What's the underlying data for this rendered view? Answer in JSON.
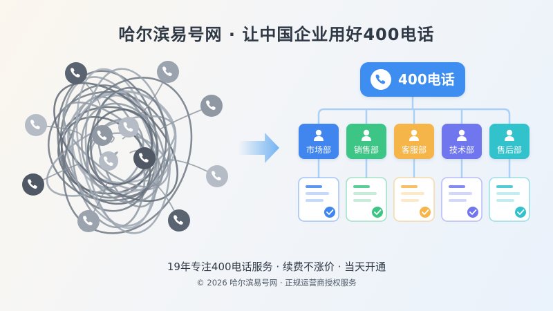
{
  "title": "哈尔滨易号网 · 让中国企业用好400电话",
  "root": {
    "label": "400电话",
    "icon": "phone-icon",
    "color": "#3d8ef0"
  },
  "departments": [
    {
      "label": "市场部",
      "color": "#3f86ee",
      "icon": "person-icon"
    },
    {
      "label": "销售部",
      "color": "#3ec586",
      "icon": "person-icon"
    },
    {
      "label": "客服部",
      "color": "#f6b54a",
      "icon": "person-icon"
    },
    {
      "label": "技术部",
      "color": "#6f76ee",
      "icon": "person-icon"
    },
    {
      "label": "售后部",
      "color": "#33c2cc",
      "icon": "person-icon"
    }
  ],
  "connector_color": "#aad0f6",
  "arrow_color": "#72b3f2",
  "tangle_color": "#7f8894",
  "tagline": "19年专注400电话服务 · 续费不涨价 · 当天开通",
  "copyright": "© 2026 哈尔滨易号网 · 正规运营商授权服务"
}
